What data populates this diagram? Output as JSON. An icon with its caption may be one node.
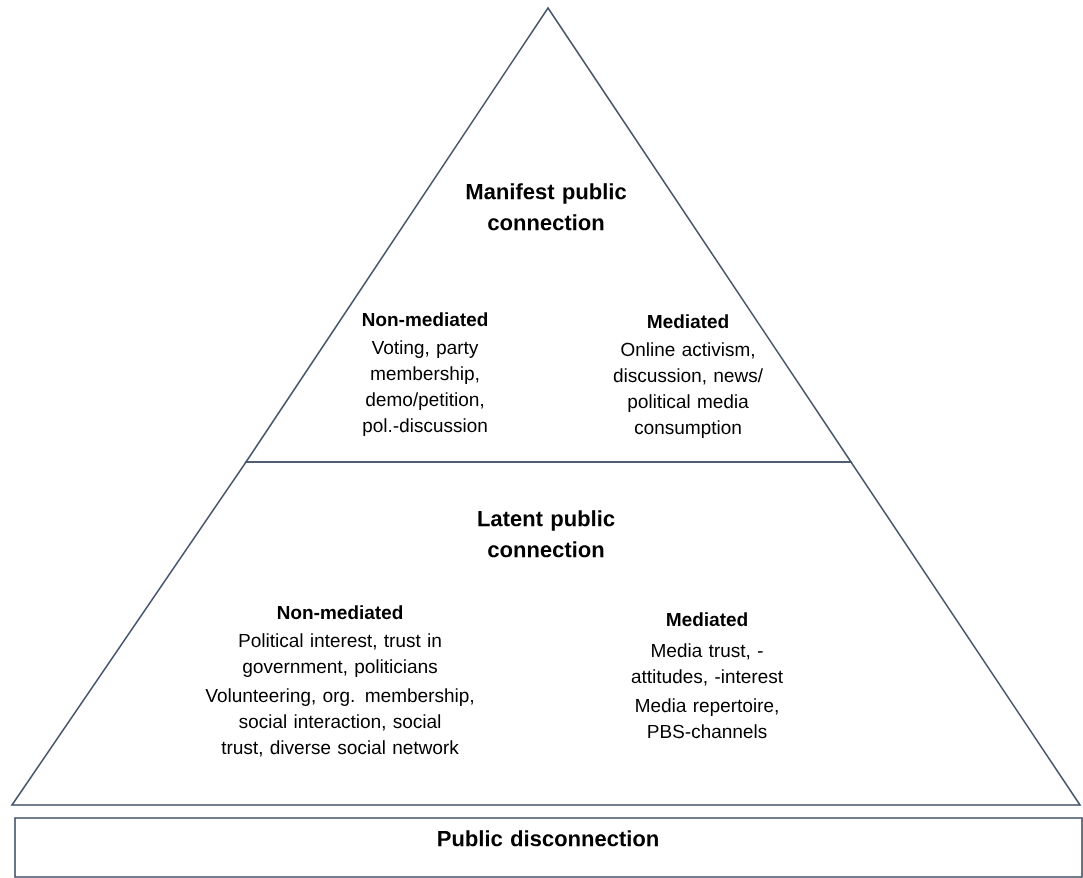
{
  "diagram": {
    "nodes": [
      {
        "text": [
          "Manifest public connection",
          "Non-mediated",
          "Voting, party membership, demo/petition, pol.-discussion",
          "Mediated",
          "Online activism, discussion, news/ political media consumption"
        ]
      },
      {
        "text": [
          "Latent public connection",
          "Non-mediated",
          "Political interest, trust in government, politicians",
          "Volunteering, org. membership, social interaction, social trust, diverse social network",
          "Mediated",
          "Media trust, -attitudes, -interest",
          "Media repertoire, PBS-channels"
        ]
      },
      {
        "text": [
          "Public disconnection"
        ]
      }
    ]
  }
}
